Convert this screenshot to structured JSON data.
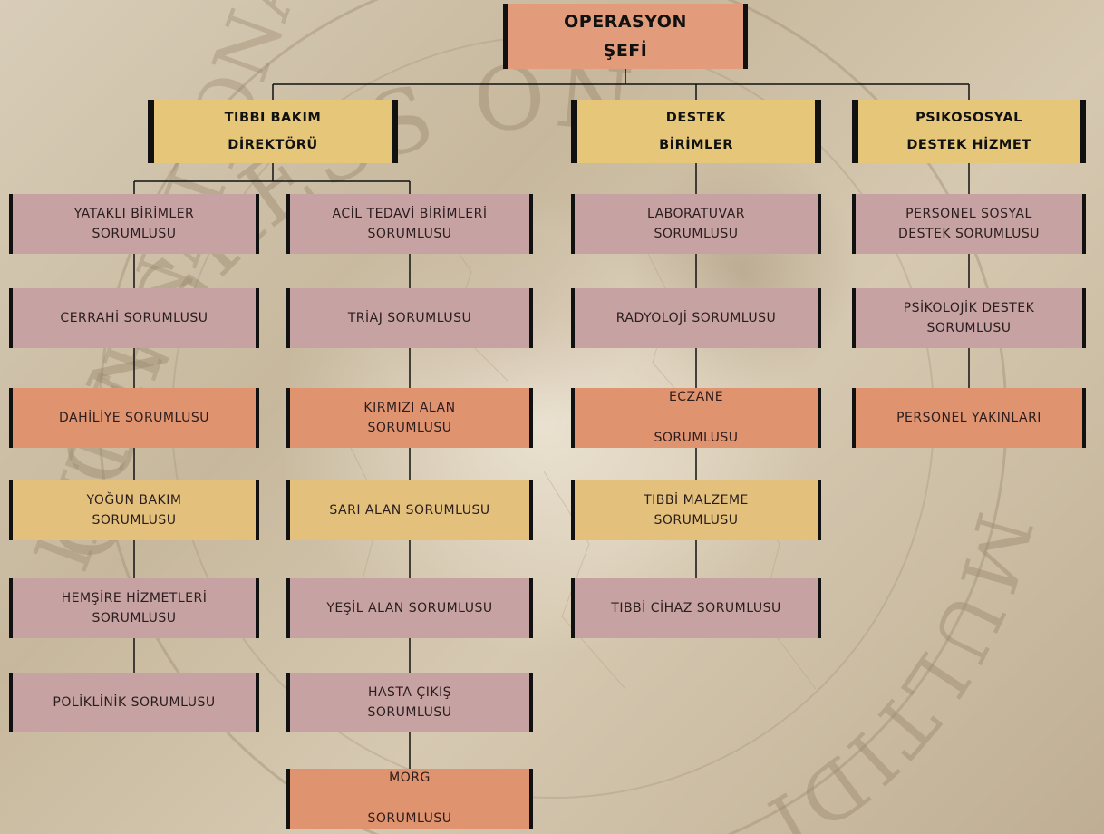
{
  "background": {
    "seal_text_top": "CONGRESS ON",
    "seal_text_right": "MULTIDISCIPLINARY STUDIES",
    "seal_text_left": "INTERNATIONAL",
    "colors": {
      "mauve": "#c6a2a3",
      "salmon": "#e0936f",
      "yellow": "#e3c17d",
      "chief": "#e29b7b",
      "line": "#111111"
    }
  },
  "chart": {
    "chief": {
      "label": "OPERASYON\nŞEFİ"
    },
    "divisions": [
      {
        "label": "TIBBI BAKIM\nDİREKTÖRÜ",
        "columns": [
          [
            {
              "label": "YATAKLI BİRİMLER\nSORUMLUSU",
              "color": "mauve"
            },
            {
              "label": "CERRAHİ SORUMLUSU",
              "color": "mauve"
            },
            {
              "label": "DAHİLİYE SORUMLUSU",
              "color": "salmon"
            },
            {
              "label": "YOĞUN BAKIM\nSORUMLUSU",
              "color": "yellow"
            },
            {
              "label": "HEMŞİRE HİZMETLERİ\nSORUMLUSU",
              "color": "mauve"
            },
            {
              "label": "POLİKLİNİK SORUMLUSU",
              "color": "mauve"
            }
          ],
          [
            {
              "label": "ACİL TEDAVİ BİRİMLERİ\nSORUMLUSU",
              "color": "mauve"
            },
            {
              "label": "TRİAJ SORUMLUSU",
              "color": "mauve"
            },
            {
              "label": "KIRMIZI ALAN\nSORUMLUSU",
              "color": "salmon"
            },
            {
              "label": "SARI ALAN SORUMLUSU",
              "color": "yellow"
            },
            {
              "label": "YEŞİL ALAN SORUMLUSU",
              "color": "mauve"
            },
            {
              "label": "HASTA ÇIKIŞ\nSORUMLUSU",
              "color": "mauve"
            },
            {
              "label": "MORG\n\nSORUMLUSU",
              "color": "salmon"
            }
          ]
        ]
      },
      {
        "label": "DESTEK\nBİRİMLER",
        "columns": [
          [
            {
              "label": "LABORATUVAR\nSORUMLUSU",
              "color": "mauve"
            },
            {
              "label": "RADYOLOJİ SORUMLUSU",
              "color": "mauve"
            },
            {
              "label": "ECZANE\n\nSORUMLUSU",
              "color": "salmon"
            },
            {
              "label": "TIBBİ MALZEME\nSORUMLUSU",
              "color": "yellow"
            },
            {
              "label": "TIBBİ CİHAZ SORUMLUSU",
              "color": "mauve"
            }
          ]
        ]
      },
      {
        "label": "PSIKOSOSYAL\nDESTEK  HİZMET",
        "columns": [
          [
            {
              "label": "PERSONEL SOSYAL\nDESTEK SORUMLUSU",
              "color": "mauve"
            },
            {
              "label": "PSİKOLOJİK DESTEK\nSORUMLUSU",
              "color": "mauve"
            },
            {
              "label": "PERSONEL YAKINLARI",
              "color": "salmon"
            }
          ]
        ]
      }
    ]
  }
}
